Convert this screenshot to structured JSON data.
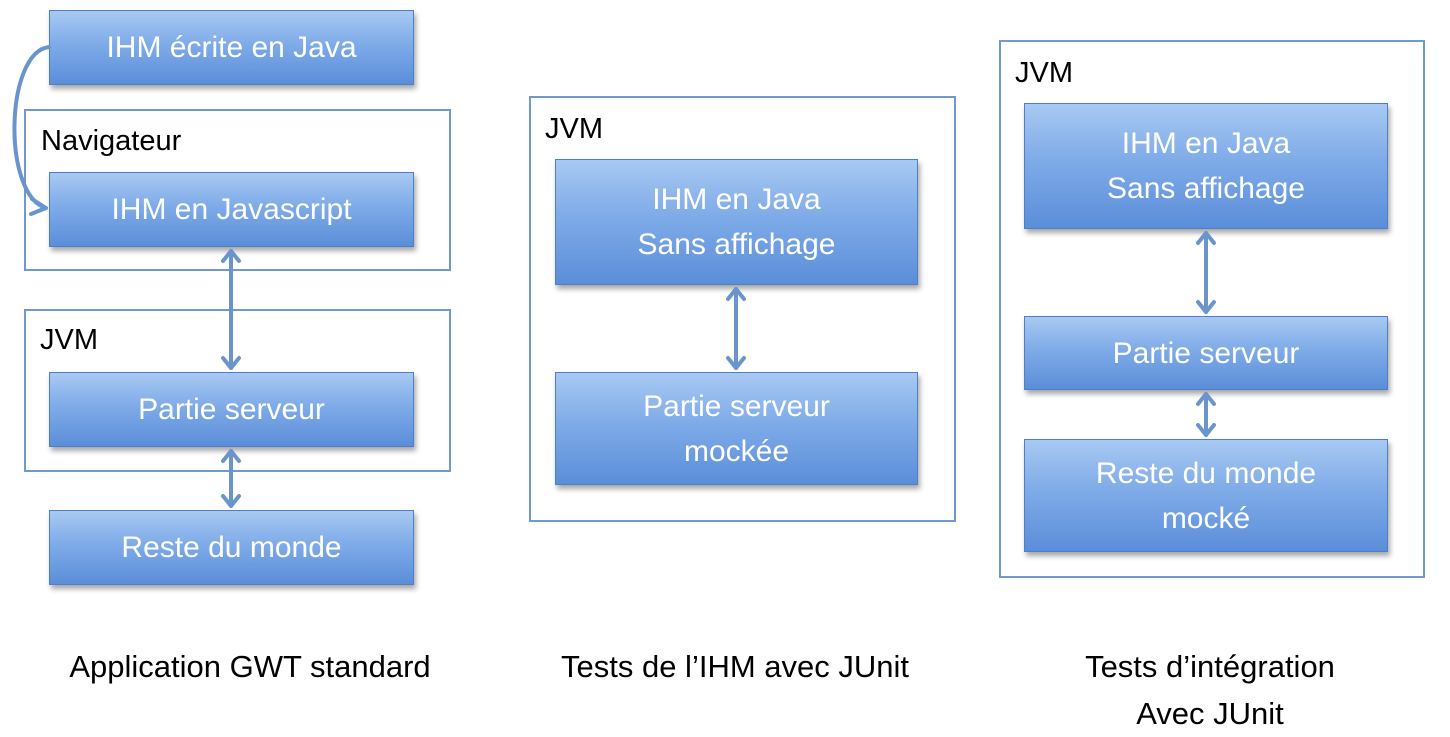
{
  "colors": {
    "box_fill": "#7fabe8",
    "frame_border": "#6f99cf",
    "arrow": "#6a95cc"
  },
  "panels": [
    {
      "caption": "Application GWT standard",
      "top_box": "IHM écrite en Java",
      "navigator_label": "Navigateur",
      "navigator_box": "IHM en Javascript",
      "jvm_label": "JVM",
      "server_box": "Partie serveur",
      "world_box": "Reste du monde"
    },
    {
      "caption": "Tests de l’IHM avec JUnit",
      "jvm_label": "JVM",
      "ui_box": [
        "IHM en Java",
        "Sans affichage"
      ],
      "server_box": [
        "Partie serveur",
        "mockée"
      ]
    },
    {
      "caption": [
        "Tests d’intégration",
        "Avec JUnit"
      ],
      "jvm_label": "JVM",
      "ui_box": [
        "IHM en Java",
        "Sans affichage"
      ],
      "server_box": "Partie serveur",
      "world_box": [
        "Reste du monde",
        "mocké"
      ]
    }
  ]
}
